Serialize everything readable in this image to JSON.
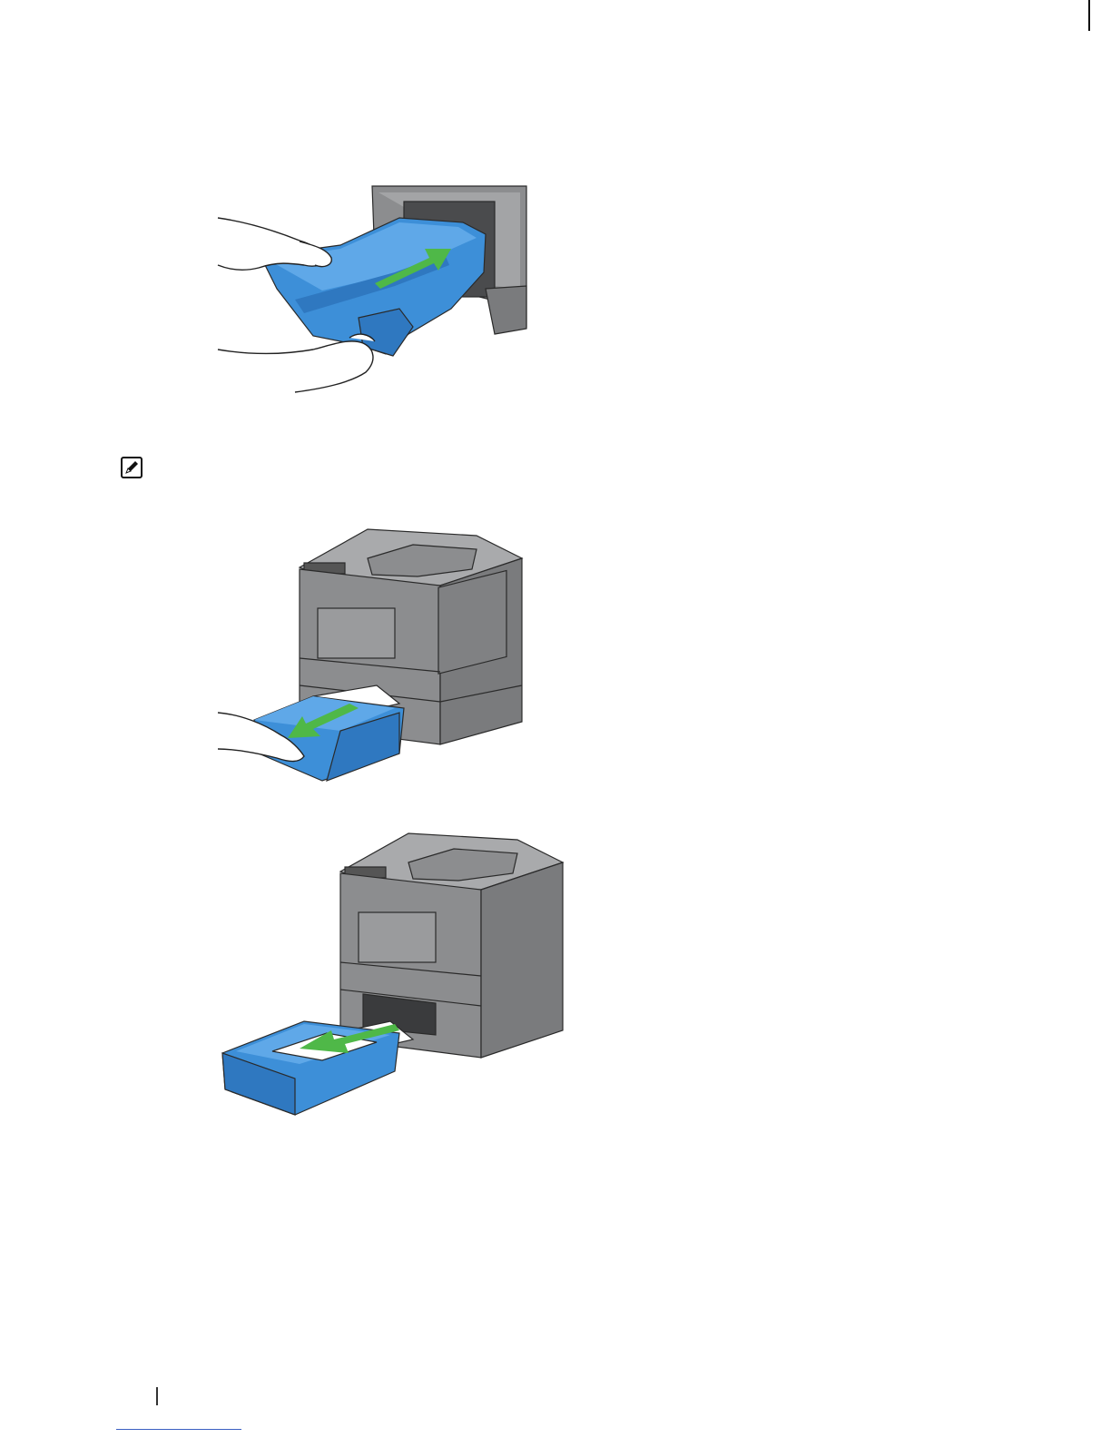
{
  "page": {
    "figures": [
      {
        "id": "duplex-unit-insert",
        "arrow_color": "#4fb848",
        "part_color": "#3d8fd8"
      },
      {
        "id": "tray-pull-with-hand",
        "arrow_color": "#4fb848",
        "part_color": "#3d8fd8"
      },
      {
        "id": "tray-pull-out",
        "arrow_color": "#4fb848",
        "part_color": "#3d8fd8"
      }
    ],
    "colors": {
      "printer_body": "#8c8d8f",
      "printer_dark": "#6f7072",
      "printer_light": "#a9aaac",
      "blue_part": "#3d8fd8",
      "green_arrow": "#4fb848",
      "footer_link": "#3a5fc2"
    },
    "icons": [
      "note-pencil-icon"
    ]
  }
}
